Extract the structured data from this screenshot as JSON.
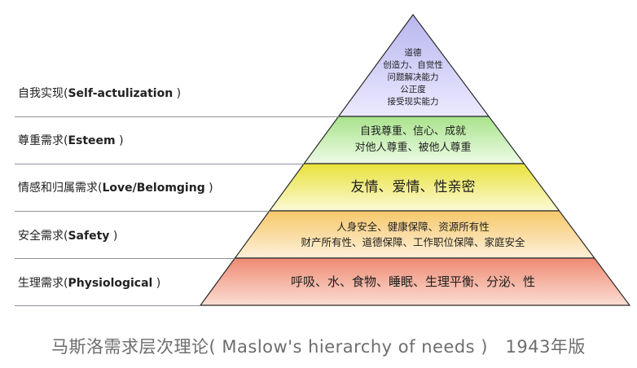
{
  "diagram": {
    "levels": [
      {
        "label_cn": "自我实现(",
        "label_en": "Self-actulization",
        "label_end": ")",
        "lines": [
          "道德",
          "创造力、自觉性",
          "问题解决能力",
          "公正度",
          "接受现实能力"
        ],
        "color_top": "#b9b6ef",
        "color_bottom": "#eceaff"
      },
      {
        "label_cn": "尊重需求(",
        "label_en": "Esteem",
        "label_end": ")",
        "lines": [
          "自我尊重、信心、成就",
          "对他人尊重、被他人尊重"
        ],
        "color_top": "#a9e38b",
        "color_bottom": "#edfbe6"
      },
      {
        "label_cn": "情感和归属需求(",
        "label_en": "Love/Belomging",
        "label_end": ")",
        "lines": [
          "友情、爱情、性亲密"
        ],
        "color_top": "#e9e23a",
        "color_bottom": "#fbf9d6"
      },
      {
        "label_cn": "安全需求(",
        "label_en": "Safety",
        "label_end": ")",
        "lines": [
          "人身安全、健康保障、资源所有性",
          "财产所有性、道德保障、工作职位保障、家庭安全"
        ],
        "color_top": "#f7c86a",
        "color_bottom": "#fdf0da"
      },
      {
        "label_cn": "生理需求(",
        "label_en": "Physiological",
        "label_end": ")",
        "lines": [
          "呼吸、水、食物、睡眠、生理平衡、分泌、性"
        ],
        "color_top": "#ee8a72",
        "color_bottom": "#fbded4"
      }
    ]
  },
  "caption": "马斯洛需求层次理论( Maslow's hierarchy of needs )　1943年版"
}
